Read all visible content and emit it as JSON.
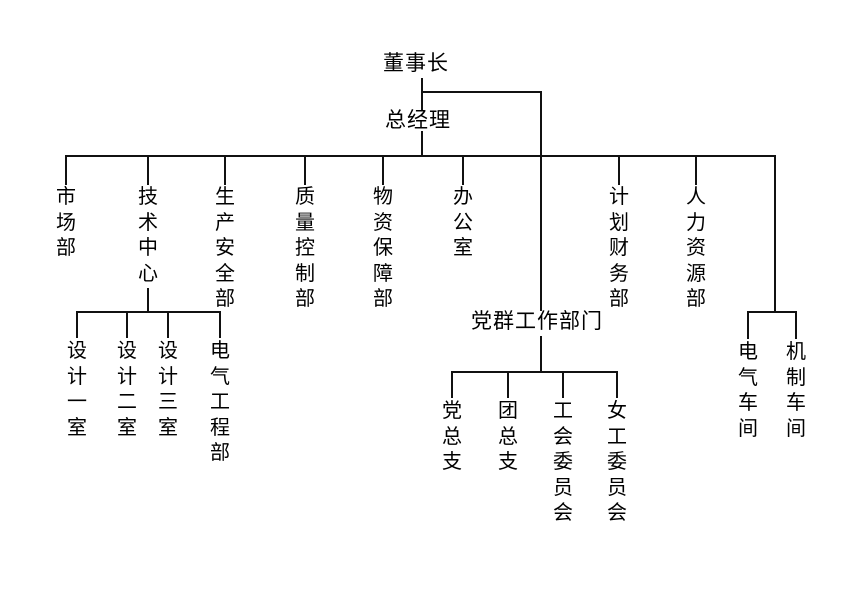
{
  "chart_data": {
    "type": "diagram",
    "title": "",
    "orientation": "top-down organizational hierarchy",
    "language": "zh-CN",
    "text_direction_note": "department leaf labels rendered vertically (top-to-bottom)",
    "nodes": [
      {
        "id": "chairman",
        "label": "董事长",
        "level": 0
      },
      {
        "id": "general_manager",
        "label": "总经理",
        "level": 1
      },
      {
        "id": "market",
        "label": "市场部",
        "level": 2
      },
      {
        "id": "tech_center",
        "label": "技术中心",
        "level": 2
      },
      {
        "id": "production_safety",
        "label": "生产安全部",
        "level": 2
      },
      {
        "id": "quality_control",
        "label": "质量控制部",
        "level": 2
      },
      {
        "id": "materials",
        "label": "物资保障部",
        "level": 2
      },
      {
        "id": "office",
        "label": "办公室",
        "level": 2
      },
      {
        "id": "party_mass",
        "label": "党群工作部门",
        "level": 2
      },
      {
        "id": "plan_finance",
        "label": "计划财务部",
        "level": 2
      },
      {
        "id": "human_resources",
        "label": "人力资源部",
        "level": 2
      },
      {
        "id": "design1",
        "label": "设计一室",
        "level": 3
      },
      {
        "id": "design2",
        "label": "设计二室",
        "level": 3
      },
      {
        "id": "design3",
        "label": "设计三室",
        "level": 3
      },
      {
        "id": "electrical_eng",
        "label": "电气工程部",
        "level": 3
      },
      {
        "id": "party_branch",
        "label": "党总支",
        "level": 3
      },
      {
        "id": "youth_league",
        "label": "团总支",
        "level": 3
      },
      {
        "id": "union_committee",
        "label": "工会委员会",
        "level": 3
      },
      {
        "id": "women_committee",
        "label": "女工委员会",
        "level": 3
      },
      {
        "id": "electrical_shop",
        "label": "电气车间",
        "level": 3
      },
      {
        "id": "machining_shop",
        "label": "机制车间",
        "level": 3
      }
    ],
    "edges": [
      {
        "from": "chairman",
        "to": "general_manager"
      },
      {
        "from": "chairman",
        "to": "party_mass"
      },
      {
        "from": "general_manager",
        "to": "market"
      },
      {
        "from": "general_manager",
        "to": "tech_center"
      },
      {
        "from": "general_manager",
        "to": "production_safety"
      },
      {
        "from": "general_manager",
        "to": "quality_control"
      },
      {
        "from": "general_manager",
        "to": "materials"
      },
      {
        "from": "general_manager",
        "to": "office"
      },
      {
        "from": "general_manager",
        "to": "plan_finance"
      },
      {
        "from": "general_manager",
        "to": "human_resources"
      },
      {
        "from": "tech_center",
        "to": "design1"
      },
      {
        "from": "tech_center",
        "to": "design2"
      },
      {
        "from": "tech_center",
        "to": "design3"
      },
      {
        "from": "tech_center",
        "to": "electrical_eng"
      },
      {
        "from": "party_mass",
        "to": "party_branch"
      },
      {
        "from": "party_mass",
        "to": "youth_league"
      },
      {
        "from": "party_mass",
        "to": "union_committee"
      },
      {
        "from": "party_mass",
        "to": "women_committee"
      },
      {
        "from": "human_resources",
        "to": "electrical_shop"
      },
      {
        "from": "human_resources",
        "to": "machining_shop"
      }
    ],
    "colors": {
      "background": "#ffffff",
      "line": "#111111",
      "text": "#000000"
    }
  },
  "top": {
    "chairman": "董事长",
    "general_manager": "总经理"
  },
  "departments": {
    "market": "市场部",
    "tech_center": "技术中心",
    "production_safety": "生产安全部",
    "quality_control": "质量控制部",
    "materials": "物资保障部",
    "office": "办公室",
    "plan_finance": "计划财务部",
    "human_resources": "人力资源部"
  },
  "party_mass": {
    "title": "党群工作部门",
    "children": {
      "party_branch": "党总支",
      "youth_league": "团总支",
      "union_committee": "工会委员会",
      "women_committee": "女工委员会"
    }
  },
  "tech_center_children": {
    "design1": "设计一室",
    "design2": "设计二室",
    "design3": "设计三室",
    "electrical_eng": "电气工程部"
  },
  "hr_children": {
    "electrical_shop": "电气车间",
    "machining_shop": "机制车间"
  }
}
